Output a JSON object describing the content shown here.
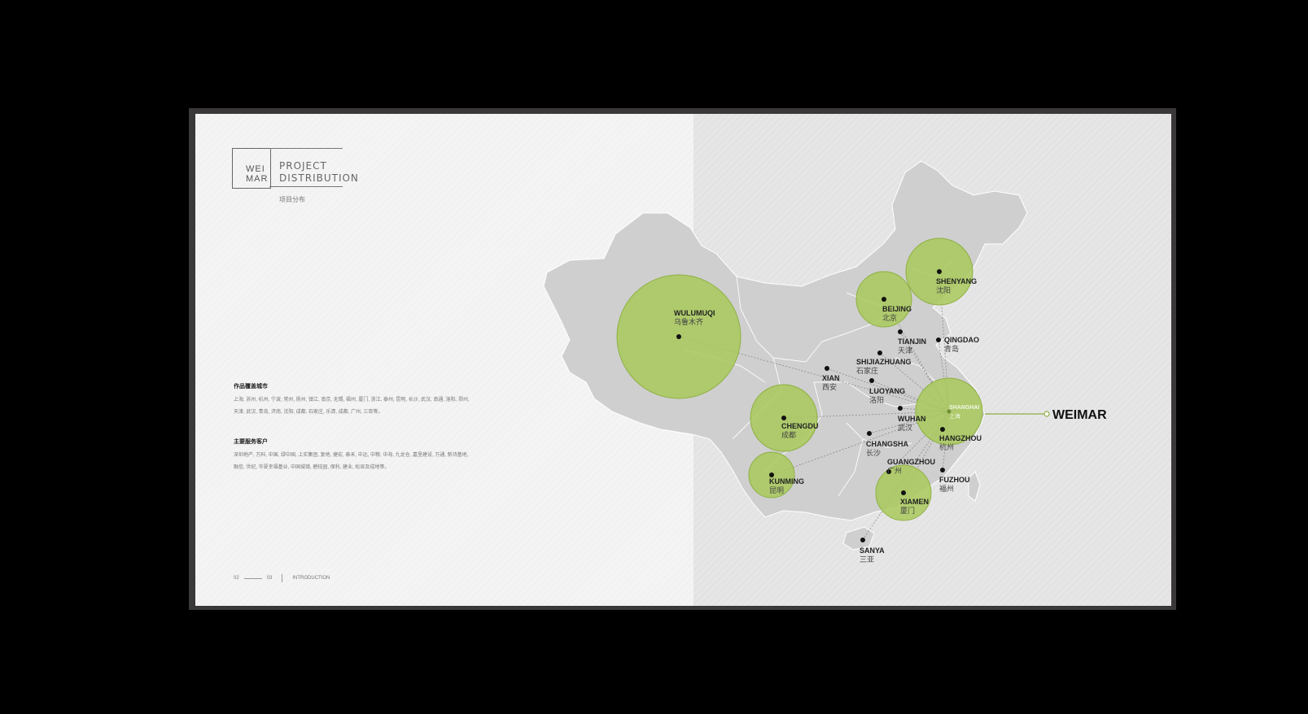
{
  "brand": {
    "logo_text": "WEIMAR",
    "accent": "#a8c95a",
    "accent_stroke": "#8fb043"
  },
  "header": {
    "title_line1": "PROJECT",
    "title_line2": "DISTRIBUTION",
    "subtitle": "项目分布"
  },
  "sections": [
    {
      "heading": "作品覆盖城市",
      "lines": [
        "上海, 苏州, 杭州, 宁波, 常州, 扬州, 镇江, 南京, 无锡, 福州, 厦门, 浙江, 泰州, 昆明, 长沙, 武汉, 南通, 洛阳, 郑州,",
        "天津, 武汉, 青岛, 济南, 沈阳, 成都, 石家庄, 乐清, 成都, 广州, 三亚等。"
      ]
    },
    {
      "heading": "主要服务客户",
      "lines": [
        "深圳地产, 万科, 中国, 绿中国, 上实集团, 复地, 捷宏, 泰禾, 中远, 中粮, 中海, 九龙仓, 嘉里建设, 万通, 新鸿基地,",
        "融信, 世纪, 华夏幸福基业, 中国城镇, 碧桂园, 保利, 建业, 松显及成地等。"
      ]
    }
  ],
  "footer": {
    "page_from": "02",
    "page_to": "03",
    "label": "INTRODUCTION"
  },
  "map": {
    "hub_label": "WEIMAR",
    "cities": [
      {
        "name": "WULUMUQI",
        "name_cn": "乌鲁木齐",
        "circle": "large"
      },
      {
        "name": "CHENGDU",
        "name_cn": "成都",
        "circle": "medium"
      },
      {
        "name": "KUNMING",
        "name_cn": "昆明",
        "circle": "small"
      },
      {
        "name": "BEIJING",
        "name_cn": "北京",
        "circle": "small"
      },
      {
        "name": "SHENYANG",
        "name_cn": "沈阳",
        "circle": "medium"
      },
      {
        "name": "SHANGHAI",
        "name_cn": "上海",
        "circle": "medium"
      },
      {
        "name": "XIAMEN",
        "name_cn": "厦门",
        "circle": "medium"
      },
      {
        "name": "XIAN",
        "name_cn": "西安",
        "circle": "none"
      },
      {
        "name": "TIANJIN",
        "name_cn": "天津",
        "circle": "none"
      },
      {
        "name": "QINGDAO",
        "name_cn": "青岛",
        "circle": "none"
      },
      {
        "name": "SHIJIAZHUANG",
        "name_cn": "石家庄",
        "circle": "none"
      },
      {
        "name": "LUOYANG",
        "name_cn": "洛阳",
        "circle": "none"
      },
      {
        "name": "WUHAN",
        "name_cn": "武汉",
        "circle": "none"
      },
      {
        "name": "CHANGSHA",
        "name_cn": "长沙",
        "circle": "none"
      },
      {
        "name": "HANGZHOU",
        "name_cn": "杭州",
        "circle": "none"
      },
      {
        "name": "GUANGZHOU",
        "name_cn": "广州",
        "circle": "none"
      },
      {
        "name": "FUZHOU",
        "name_cn": "福州",
        "circle": "none"
      },
      {
        "name": "SANYA",
        "name_cn": "三亚",
        "circle": "none"
      }
    ]
  }
}
